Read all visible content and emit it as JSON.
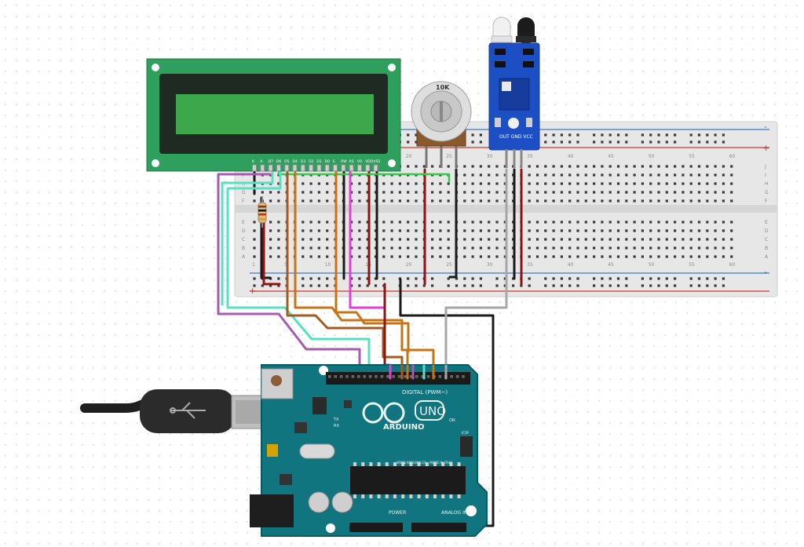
{
  "lcd": {
    "pin_labels": [
      "K",
      "A",
      "D7",
      "D6",
      "D5",
      "D4",
      "D3",
      "D2",
      "D1",
      "D0",
      "E",
      "RW",
      "RS",
      "V0",
      "VDD",
      "VSS"
    ]
  },
  "potentiometer": {
    "value_label": "10K"
  },
  "ir_sensor": {
    "pin_label": "OUT GND VCC"
  },
  "breadboard": {
    "column_numbers": [
      "1",
      "5",
      "10",
      "15",
      "20",
      "25",
      "30",
      "35",
      "40",
      "45",
      "50",
      "55",
      "60"
    ],
    "row_letters_top": [
      "J",
      "I",
      "H",
      "G",
      "F"
    ],
    "row_letters_bottom": [
      "E",
      "D",
      "C",
      "B",
      "A"
    ],
    "rail_plus": "+",
    "rail_minus": "-"
  },
  "arduino": {
    "brand": "ARDUINO",
    "model": "UNO",
    "digital_label": "DIGITAL (PWM~)",
    "analog_label": "ANALOG IN",
    "power_label": "POWER",
    "site_label": "WWW.ARDUINO.CC - MADE IN ITALY",
    "tx_label": "TX",
    "rx_label": "RX",
    "on_label": "ON",
    "icsp_label": "ICSP"
  },
  "colors": {
    "breadboard": "#e9e9e9",
    "lcd_pcb": "#2f9f5d",
    "lcd_screen": "#3da84b",
    "arduino_pcb": "#11757f",
    "sensor_pcb": "#1d4fc4",
    "wire_black": "#1a1a1a",
    "wire_red": "#8e1411",
    "wire_orange": "#c77417",
    "wire_brown": "#a25c1f",
    "wire_pink": "#e23fd6",
    "wire_purple": "#a75bb0",
    "wire_cyan": "#57e1c2",
    "wire_gray": "#a7a7a7",
    "wire_green": "#37c84a"
  },
  "icons": [
    "usb-cable-icon",
    "potentiometer-icon",
    "ir-led-icon",
    "resistor-icon",
    "chip-icon"
  ]
}
